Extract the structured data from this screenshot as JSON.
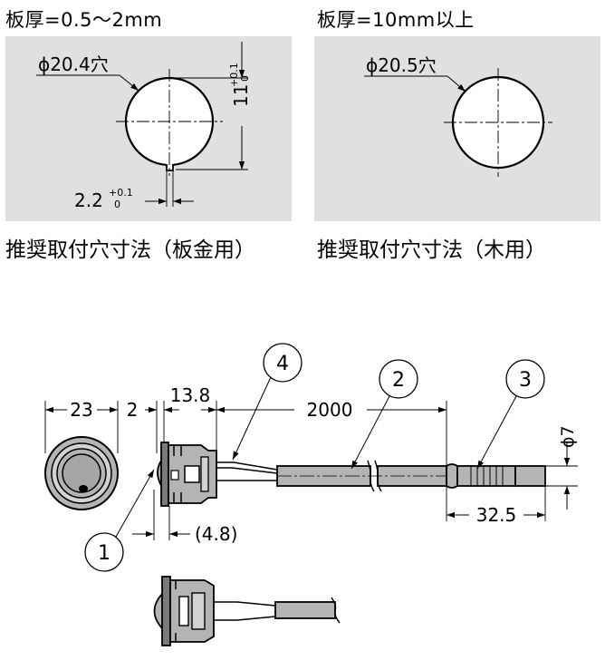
{
  "left_panel": {
    "title": "板厚=0.5～2mm",
    "caption": "推奨取付穴寸法（板金用）",
    "hole_label": "ϕ20.4穴",
    "height_dim": "11",
    "height_tol_upper": "+0.1",
    "height_tol_lower": "0",
    "slot_dim": "2.2",
    "slot_tol_upper": "+0.1",
    "slot_tol_lower": "0"
  },
  "right_panel": {
    "title": "板厚=10mm以上",
    "caption": "推奨取付穴寸法（木用）",
    "hole_label": "ϕ20.5穴"
  },
  "assembly": {
    "dims": {
      "front_diameter": "23",
      "flange": "2",
      "body_length": "13.8",
      "cable_length": "2000",
      "connector_length": "32.5",
      "mount_depth": "(4.8)",
      "connector_diameter": "ϕ7"
    },
    "callouts": [
      "1",
      "2",
      "3",
      "4"
    ]
  },
  "colors": {
    "panel_bg": "#e0e0e0",
    "part_fill": "#b4b4b4",
    "part_dark": "#7a7a7a",
    "line": "#000000"
  }
}
